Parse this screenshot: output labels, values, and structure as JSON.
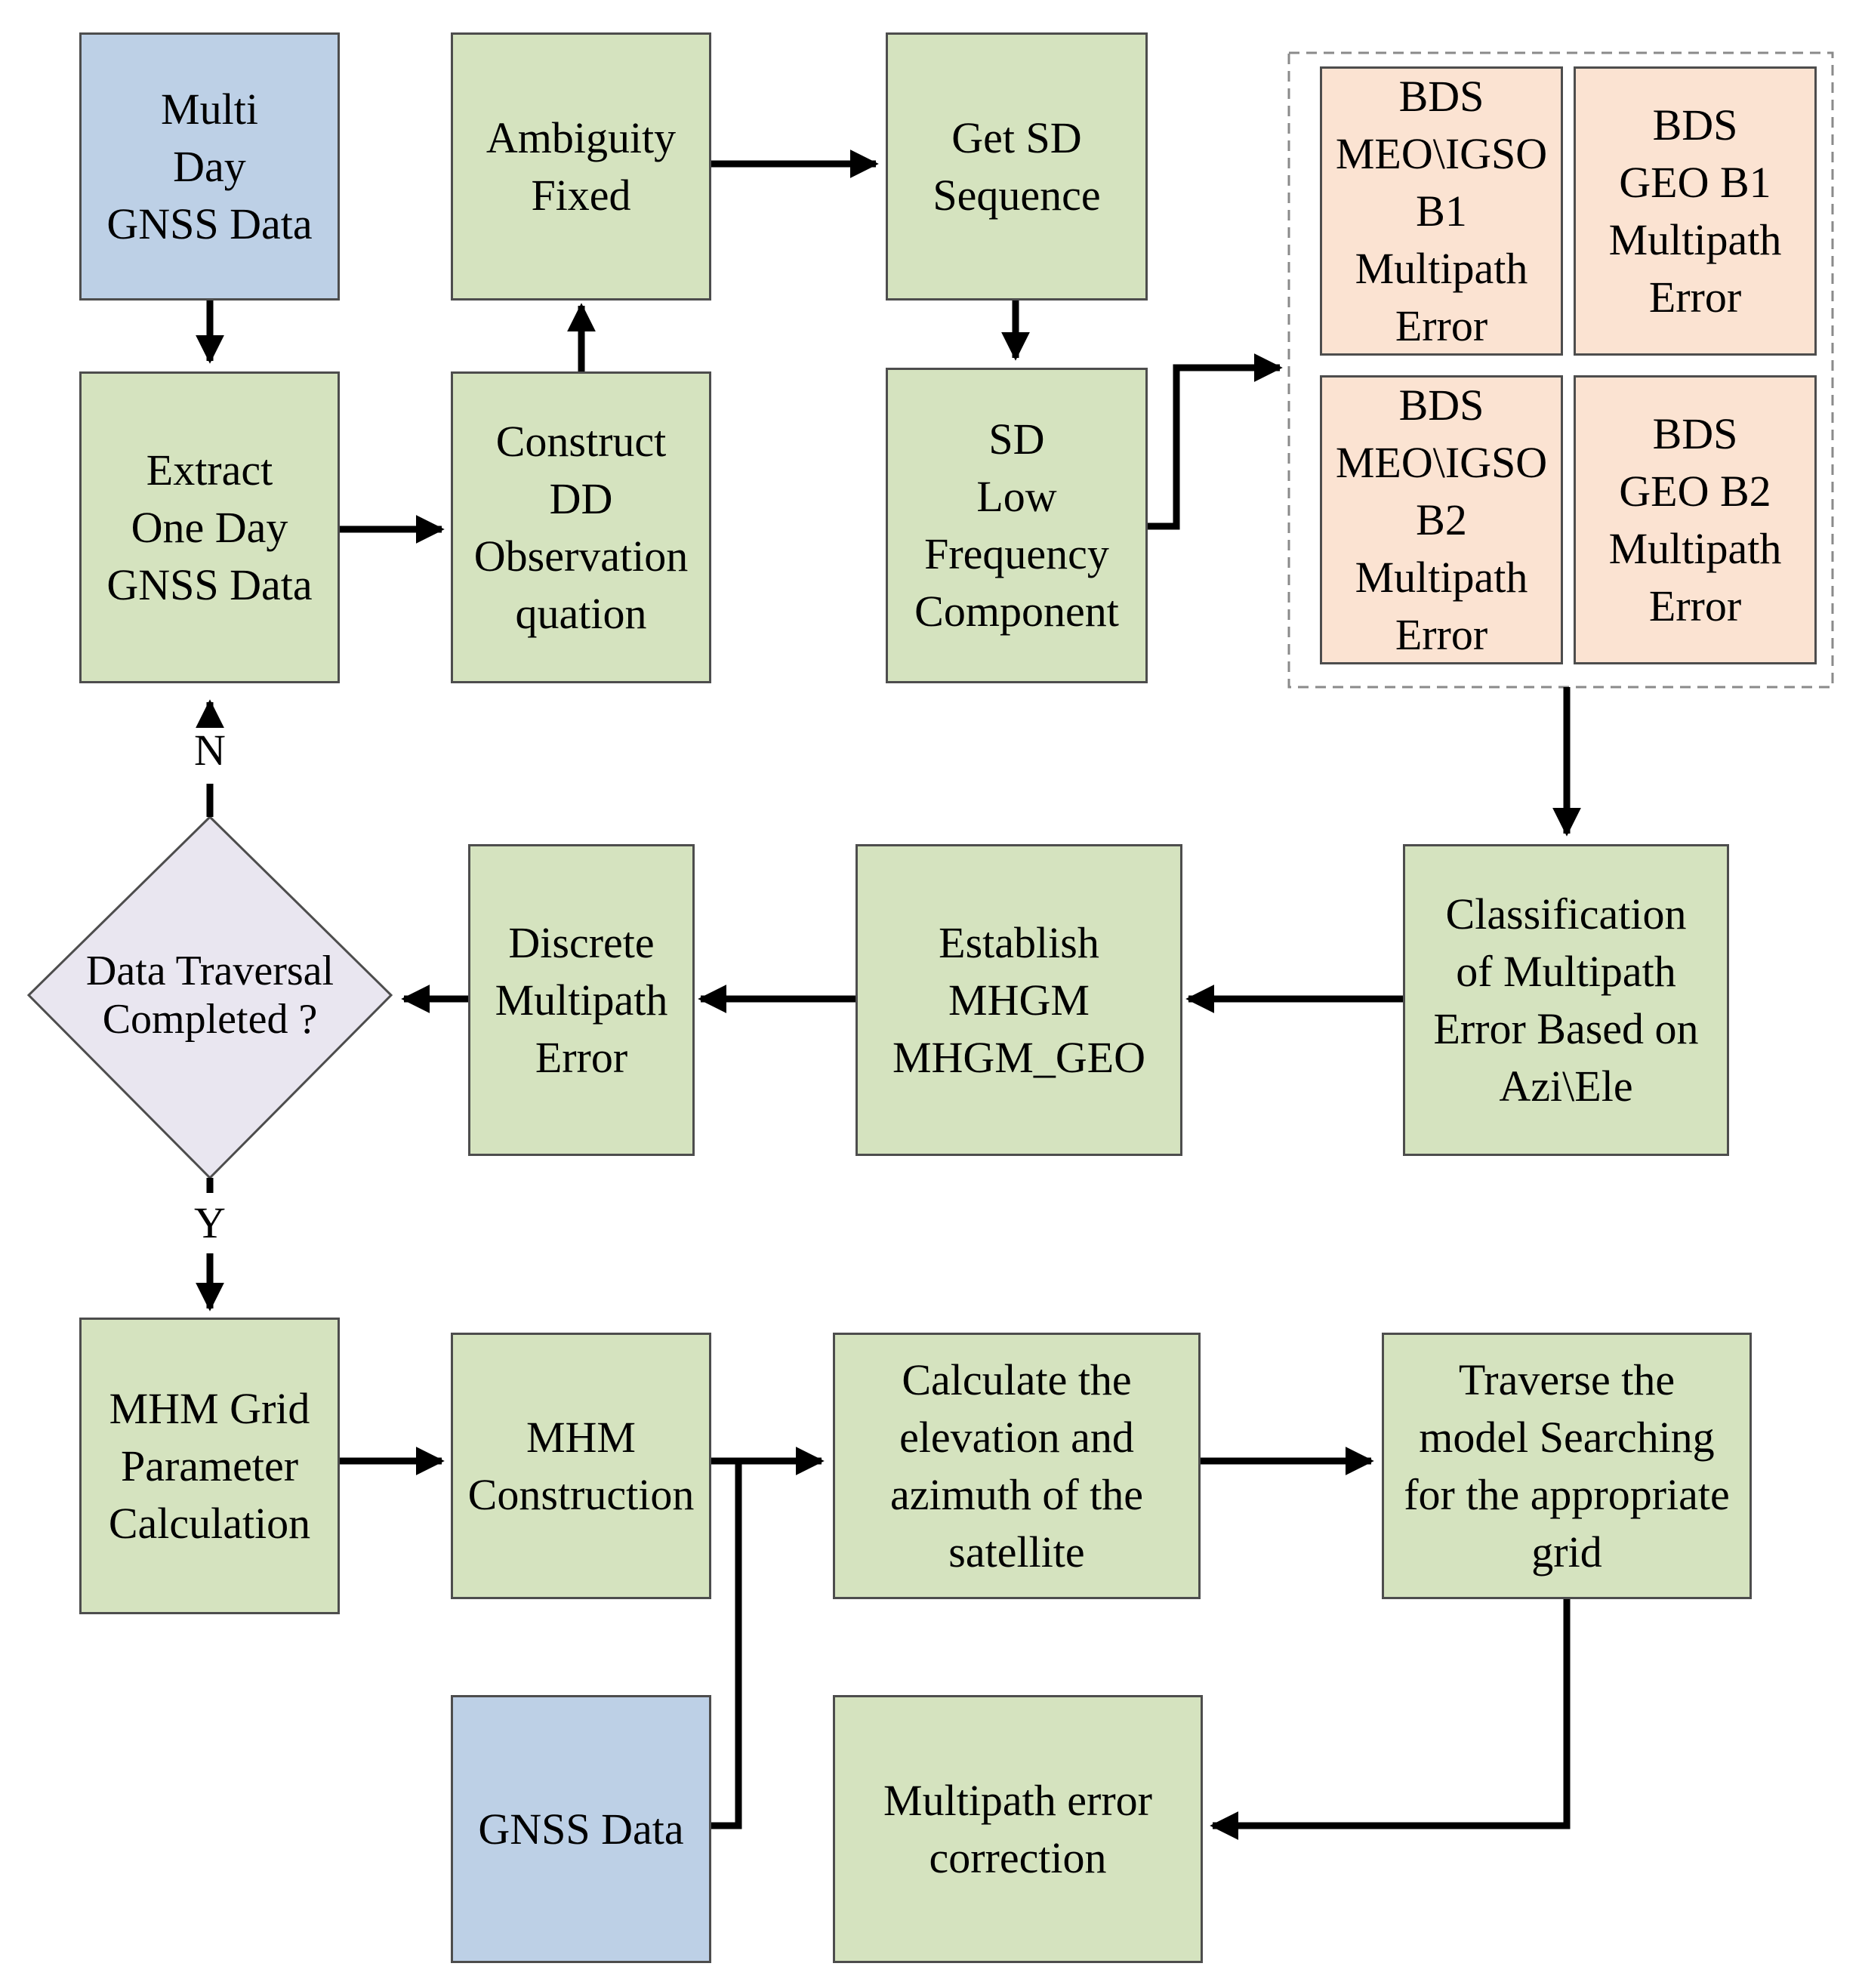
{
  "colors": {
    "process_fill": "#d5e3bf",
    "data_fill": "#bdd0e6",
    "error_fill": "#fbe3d2",
    "decision_fill": "#e9e6f0",
    "border": "#4d4d4d",
    "arrow": "#000000"
  },
  "nodes": {
    "multi_day": "Multi\nDay\nGNSS Data",
    "extract": "Extract\nOne Day\nGNSS Data",
    "ambiguity": "Ambiguity\nFixed",
    "construct": "Construct\nDD\nObservation\nquation",
    "get_sd": "Get SD\nSequence",
    "sd_low": "SD\nLow\nFrequency\nComponent",
    "err_meo_b1": "BDS\nMEO\\IGSO\nB1\nMultipath\nError",
    "err_geo_b1": "BDS\nGEO B1\nMultipath\nError",
    "err_meo_b2": "BDS\nMEO\\IGSO\nB2\nMultipath\nError",
    "err_geo_b2": "BDS\nGEO B2\nMultipath\nError",
    "classification": "Classification\nof Multipath\nError Based on\nAzi\\Ele",
    "establish": "Establish\nMHGM\nMHGM_GEO",
    "discrete": "Discrete\nMultipath\nError",
    "decision": "Data Traversal\nCompleted ?",
    "mhm_grid": "MHM Grid\nParameter\nCalculation",
    "mhm_construction": "MHM\nConstruction",
    "calculate": "Calculate the\nelevation and\nazimuth of the\nsatellite",
    "traverse": "Traverse the\nmodel Searching\nfor the appropriate\ngrid",
    "gnss_data": "GNSS Data",
    "correction": "Multipath error\ncorrection"
  },
  "labels": {
    "no": "N",
    "yes": "Y"
  }
}
